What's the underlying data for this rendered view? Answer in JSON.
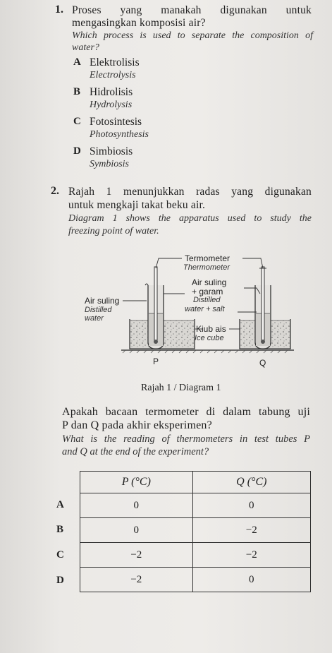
{
  "q1": {
    "number": "1.",
    "ms_line1": "Proses yang manakah digunakan untuk",
    "ms_line2": "mengasingkan komposisi air?",
    "en_line1": "Which process is used to separate the composition of",
    "en_line2": "water?",
    "options": [
      {
        "letter": "A",
        "ms": "Elektrolisis",
        "en": "Electrolysis"
      },
      {
        "letter": "B",
        "ms": "Hidrolisis",
        "en": "Hydrolysis"
      },
      {
        "letter": "C",
        "ms": "Fotosintesis",
        "en": "Photosynthesis"
      },
      {
        "letter": "D",
        "ms": "Simbiosis",
        "en": "Symbiosis"
      }
    ]
  },
  "q2": {
    "number": "2.",
    "ms_line1": "Rajah 1 menunjukkan radas yang digunakan",
    "ms_line2": "untuk mengkaji takat beku air.",
    "en_line1": "Diagram 1 shows the apparatus used to study the",
    "en_line2": "freezing point of water.",
    "diagram": {
      "termometer": "Termometer",
      "thermometer": "Thermometer",
      "air_suling_top": "Air suling",
      "garam": "+ garam",
      "distilled_top": "Distilled",
      "water_salt": "water + salt",
      "air_suling_left": "Air suling",
      "distilled_left": "Distilled",
      "water_left": "water",
      "kiub_ais": "Kiub ais",
      "ice_cube": "Ice cube",
      "label_p": "P",
      "label_q": "Q"
    },
    "caption": "Rajah 1 / Diagram 1",
    "ask_ms_line1": "Apakah bacaan termometer di dalam tabung uji",
    "ask_ms_line2": "P dan Q pada akhir eksperimen?",
    "ask_en_line1": "What is the reading of thermometers in test tubes P",
    "ask_en_line2": "and Q at the end of the experiment?",
    "table": {
      "headers": [
        "P (°C)",
        "Q (°C)"
      ],
      "rows": [
        {
          "letter": "A",
          "p": "0",
          "q": "0"
        },
        {
          "letter": "B",
          "p": "0",
          "q": "−2"
        },
        {
          "letter": "C",
          "p": "−2",
          "q": "−2"
        },
        {
          "letter": "D",
          "p": "−2",
          "q": "0"
        }
      ]
    }
  }
}
